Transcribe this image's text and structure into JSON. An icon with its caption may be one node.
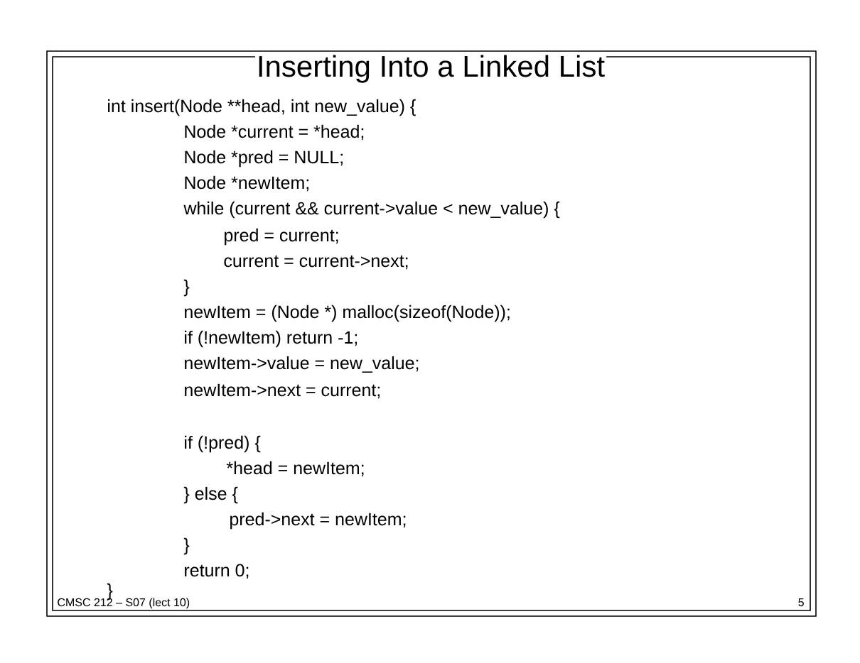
{
  "diagram": {
    "title": "Inserting Into a Linked List",
    "labels": [
      "int insert(Node **head, int new_value) {",
      "Node *current = *head;",
      "Node *pred = NULL;",
      "Node *newItem;",
      "while (current && current->value < new_value)  {",
      "pred = current;",
      "current = current->next;",
      "}",
      "newItem = (Node *) malloc(sizeof(Node));",
      "if (!newItem) return -1;",
      "newItem->value = new_value;",
      "newItem->next = current;",
      "if (!pred) {",
      "*head = newItem;",
      "} else {",
      "pred->next = newItem;",
      "}",
      "return 0;",
      "}",
      "CMSC 212 – S07 (lect 10)",
      "5"
    ]
  }
}
